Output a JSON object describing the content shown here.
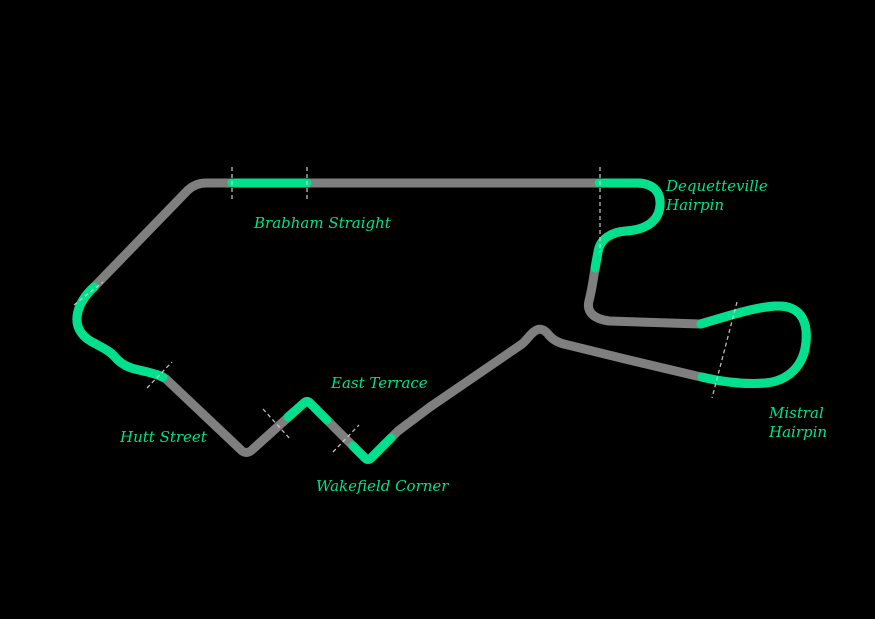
{
  "colors": {
    "background": "#000000",
    "track_gray": "#7f7f7f",
    "highlight_green": "#00e08d",
    "label_green": "#00e08d",
    "tick_white": "#cfcfcf"
  },
  "labels": {
    "brabham": {
      "text": "Brabham Straight"
    },
    "dequetteville": {
      "line1": "Dequetteville",
      "line2": "Hairpin"
    },
    "mistral": {
      "line1": "Mistral",
      "line2": "Hairpin"
    },
    "east_terrace": {
      "text": "East Terrace"
    },
    "hutt": {
      "text": "Hutt Street"
    },
    "wakefield": {
      "text": "Wakefield Corner"
    }
  }
}
